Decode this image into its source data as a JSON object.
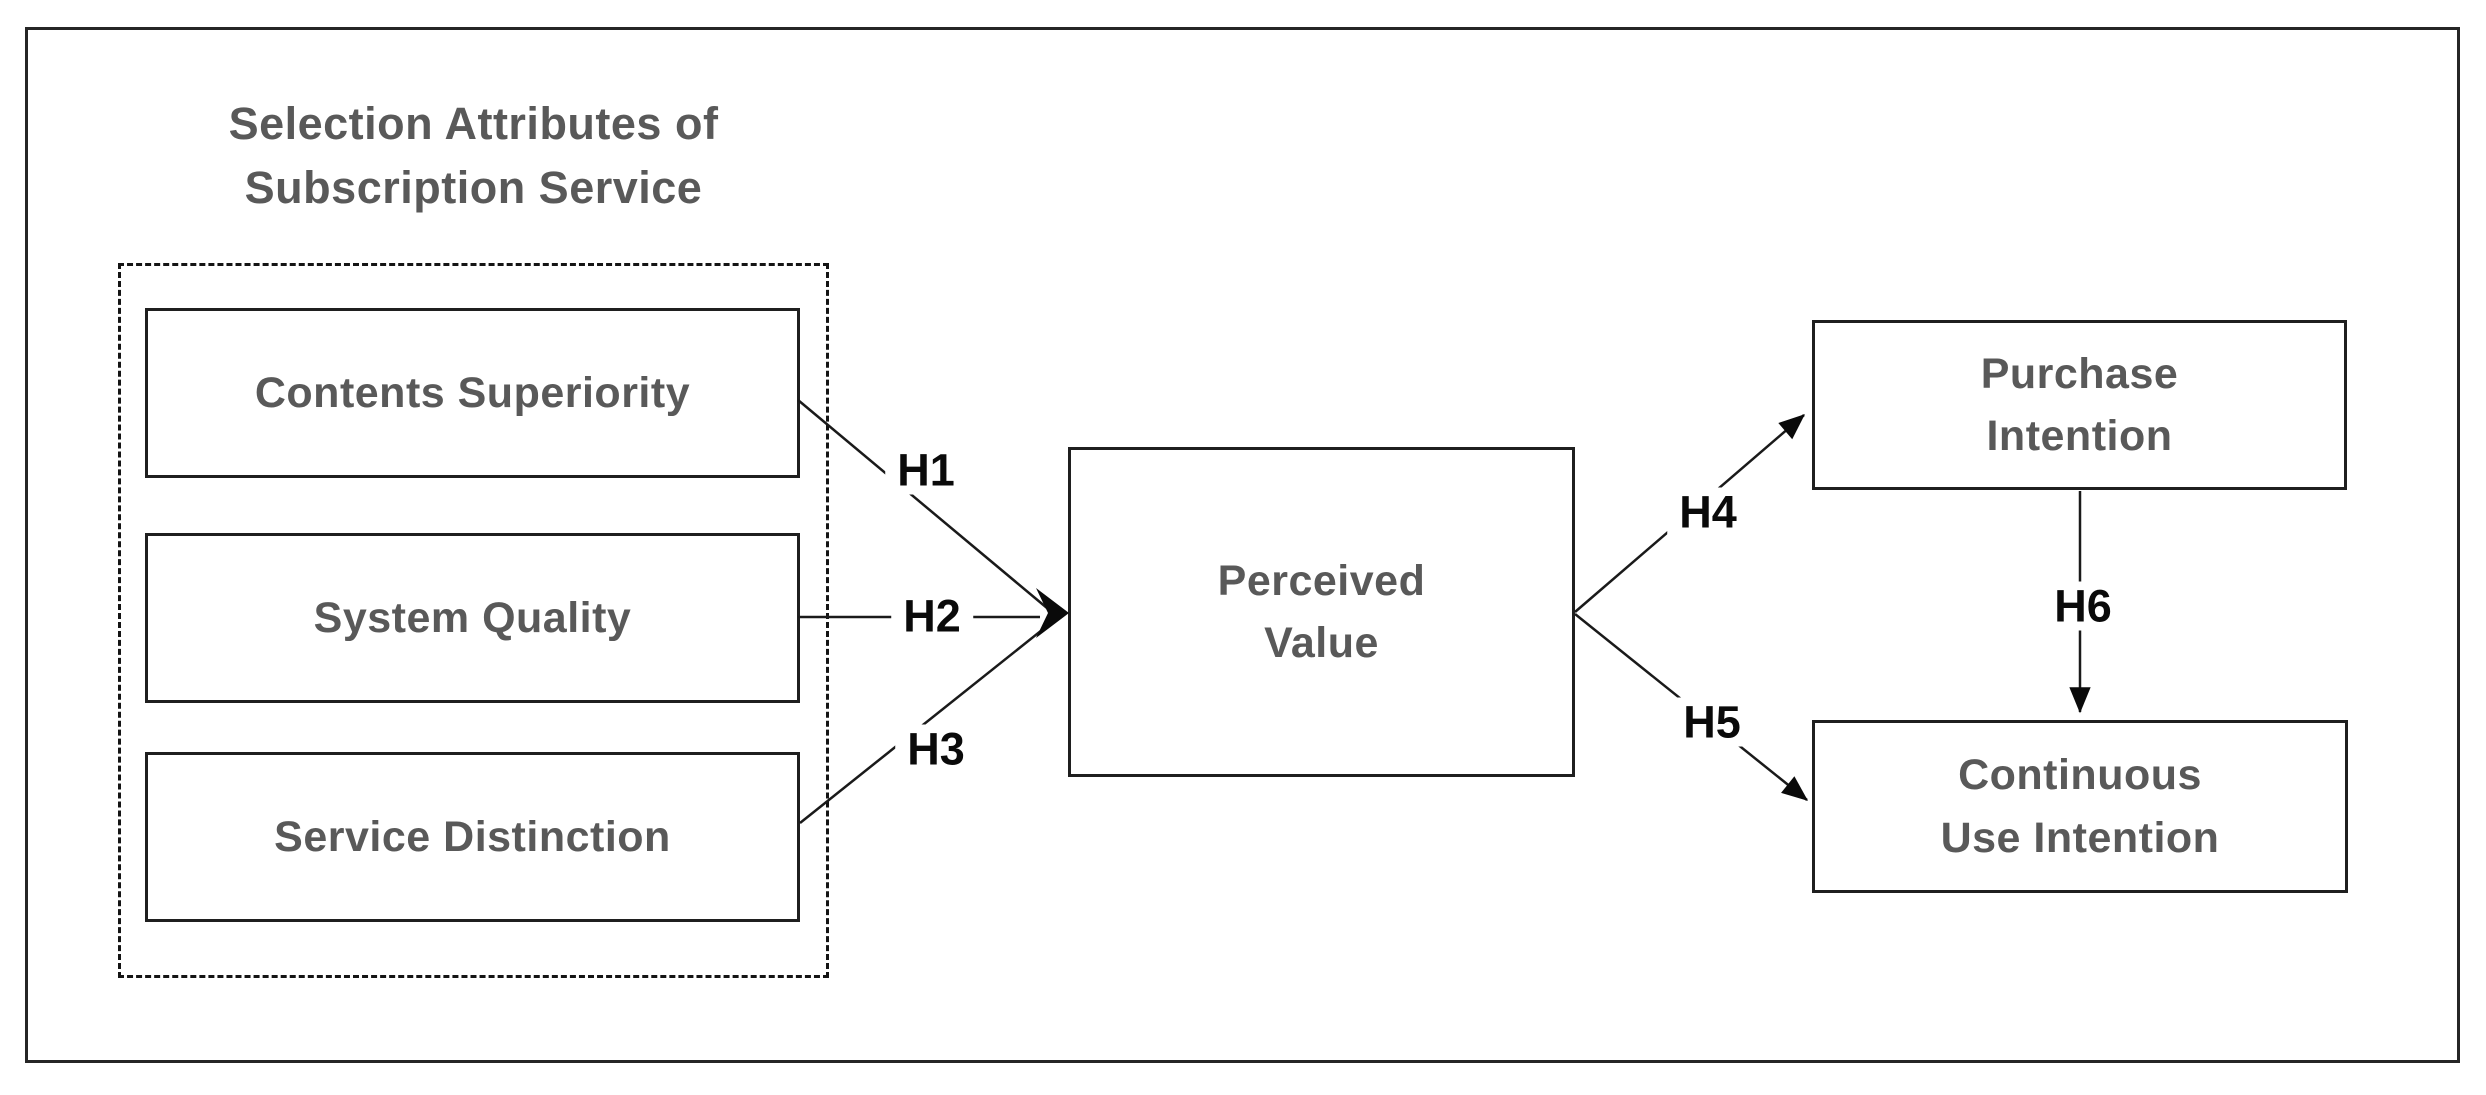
{
  "diagram": {
    "group_title": {
      "line1": "Selection Attributes of",
      "line2": "Subscription Service"
    },
    "nodes": {
      "contents_superiority": {
        "label": "Contents Superiority"
      },
      "system_quality": {
        "label": "System Quality"
      },
      "service_distinction": {
        "label": "Service Distinction"
      },
      "perceived_value": {
        "line1": "Perceived",
        "line2": "Value"
      },
      "purchase_intention": {
        "line1": "Purchase",
        "line2": "Intention"
      },
      "continuous_use_intention": {
        "line1": "Continuous",
        "line2": "Use Intention"
      }
    },
    "hypotheses": {
      "h1": "H1",
      "h2": "H2",
      "h3": "H3",
      "h4": "H4",
      "h5": "H5",
      "h6": "H6"
    },
    "colors": {
      "node_text": "#595959",
      "node_border": "#1f1f1f",
      "frame_border": "#262626",
      "connector": "#1a1a1a",
      "hypothesis_text": "#0a0a0a",
      "background": "#ffffff"
    }
  }
}
